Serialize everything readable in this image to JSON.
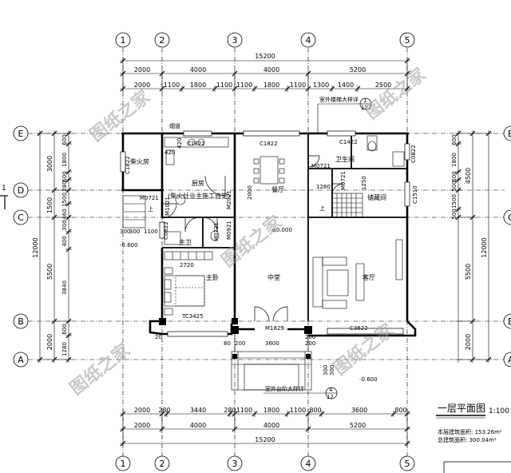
{
  "grid": {
    "top_axes": [
      "1",
      "2",
      "3",
      "4",
      "5"
    ],
    "left_axes": [
      "E",
      "D",
      "C",
      "B",
      "A"
    ],
    "right_axes": [
      "E",
      "C",
      "B",
      "A"
    ],
    "section_mark": "1"
  },
  "dims": {
    "top_total": "15200",
    "top_row2": [
      "2000",
      "4000",
      "4000",
      "5200"
    ],
    "top_row3": [
      "2000",
      "1100",
      "1800",
      "1100",
      "1100",
      "1800",
      "1100",
      "1300",
      "1400",
      "2500"
    ],
    "bottom_row1": [
      "2000",
      "280",
      "3440",
      "280",
      "1100",
      "1800",
      "1100",
      "800",
      "3600",
      "800"
    ],
    "bottom_row2": [
      "2000",
      "4000",
      "4000",
      "5200"
    ],
    "bottom_total": "15200",
    "left_outer": [
      "3000",
      "1500",
      "5500",
      "2000"
    ],
    "left_total": "12000",
    "left_inner": [
      "600",
      "1800",
      "600",
      "280",
      "1500",
      "2000",
      "1060",
      "3840",
      "1280",
      "600",
      "2200",
      "460",
      "300",
      "400"
    ],
    "right_outer": [
      "4500",
      "5500",
      "2000"
    ],
    "right_total": "12000",
    "right_inner": [
      "600",
      "1800",
      "600",
      "500",
      "1500",
      "500"
    ],
    "small_dims": [
      "300",
      "300",
      "1100",
      "2720",
      "3600",
      "200",
      "200",
      "2000",
      "300",
      "300",
      "1280",
      "1250",
      "80",
      "200",
      "20"
    ]
  },
  "rooms": {
    "firewood": "柴火房",
    "kitchen_line1": "厨房",
    "kitchen_line2": "(柴火灶业主施工自定)",
    "dining": "餐厅",
    "toilet": "卫生间",
    "storage": "储藏间",
    "bath": "主卫",
    "master": "主卧",
    "hall": "中堂",
    "living": "客厅",
    "chimney": "烟道"
  },
  "labels": {
    "C1822_a": "C1822",
    "C1822_b": "C1822",
    "C1822_c": "C1822",
    "C1422": "C1422",
    "C0822_a": "C0822",
    "C0822_b": "C0822",
    "C1510": "C1510",
    "M0721_a": "M0721",
    "M0721_b": "M0721",
    "M0721_c": "M0721",
    "M0721_d": "M0721",
    "M0721_e": "M0721",
    "M1021": "M1021",
    "M2021": "M2021",
    "M0921": "M0921",
    "M1829": "M1829",
    "C3622": "C3622",
    "TC3425": "TC3425",
    "level_main": "±0.000",
    "level_low": "-0.600",
    "level_out": "-0.600",
    "up_a": "上",
    "up_b": "上",
    "stair_note_top": "室外楼梯大样详",
    "stair_note_bottom": "室外台阶大样详",
    "ref_top_num": "1",
    "ref_top_den": "12",
    "ref_bot_num": "4",
    "ref_bot_den": "12",
    "k420a": "420",
    "k420b": "420"
  },
  "watermark": "图纸之家",
  "title_block": {
    "title": "一层平面图",
    "scale": "1:100",
    "area_1": "本层建筑面积: 153.26m²",
    "area_2": "总建筑面积: 300.04m²"
  }
}
